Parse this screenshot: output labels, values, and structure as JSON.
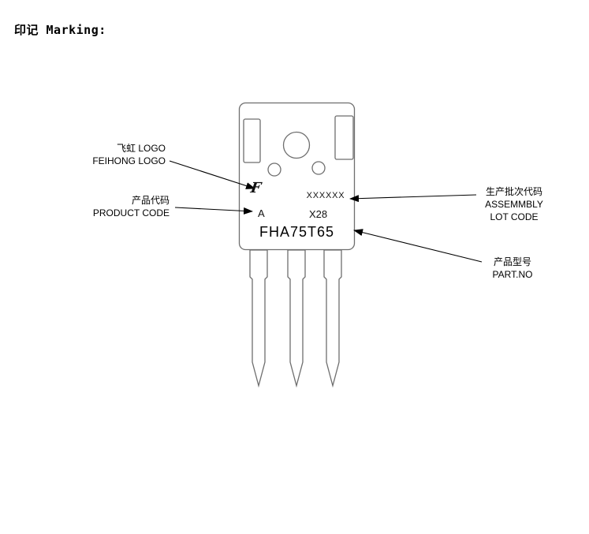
{
  "page": {
    "title": "印记 Marking:"
  },
  "package": {
    "type_hint": "TO-247 package outline drawing",
    "marking": {
      "logo_glyph": "F",
      "lot_line": "XXXXXX",
      "product_code": "A",
      "date_code": "X28",
      "part_no": "FHA75T65"
    }
  },
  "callouts": {
    "logo": {
      "line1": "飞虹 LOGO",
      "line2": "FEIHONG LOGO"
    },
    "product_code": {
      "line1": "产品代码",
      "line2": "PRODUCT CODE"
    },
    "lot_code": {
      "line1": "生产批次代码",
      "line2": "ASSEMMBLY",
      "line3": "LOT CODE"
    },
    "part_no": {
      "line1": "产品型号",
      "line2": "PART.NO"
    }
  },
  "colors": {
    "ink": "#000000",
    "outline_gray": "#6e6e6e",
    "background": "#ffffff"
  }
}
